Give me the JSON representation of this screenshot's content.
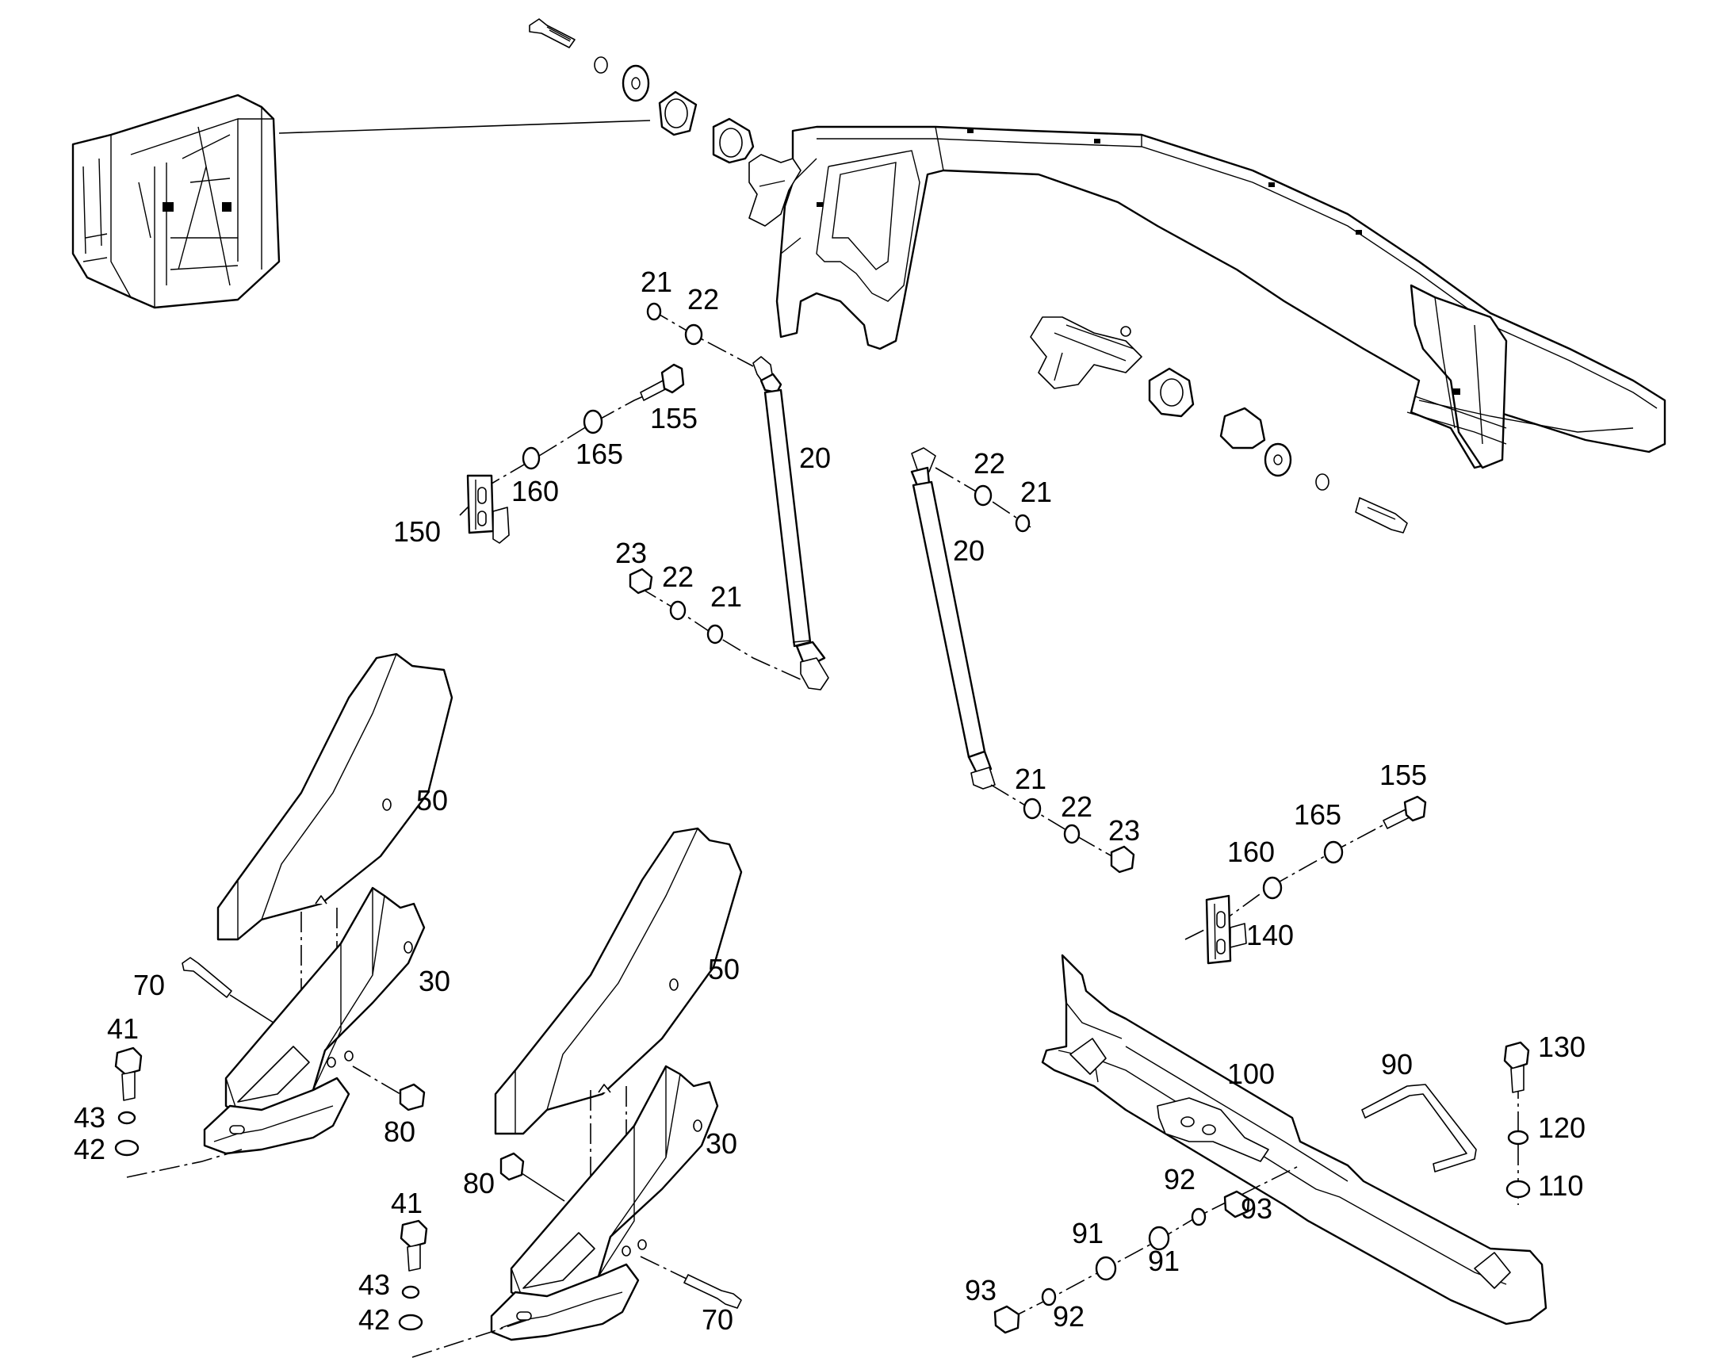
{
  "labels": {
    "l1": "21",
    "l2": "22",
    "l3": "155",
    "l4": "165",
    "l5": "160",
    "l6": "150",
    "l7": "20",
    "l8": "22",
    "l9": "21",
    "l10": "20",
    "l11": "23",
    "l12": "22",
    "l13": "21",
    "l14": "50",
    "l15": "21",
    "l16": "22",
    "l17": "23",
    "l18": "155",
    "l19": "165",
    "l20": "160",
    "l21": "140",
    "l22": "70",
    "l23": "30",
    "l24": "41",
    "l25": "43",
    "l26": "42",
    "l27": "80",
    "l28": "50",
    "l29": "100",
    "l30": "90",
    "l31": "130",
    "l32": "120",
    "l33": "110",
    "l34": "80",
    "l35": "30",
    "l36": "92",
    "l37": "93",
    "l38": "91",
    "l39": "91",
    "l40": "41",
    "l41": "43",
    "l42": "42",
    "l43": "70",
    "l44": "93",
    "l45": "92"
  }
}
